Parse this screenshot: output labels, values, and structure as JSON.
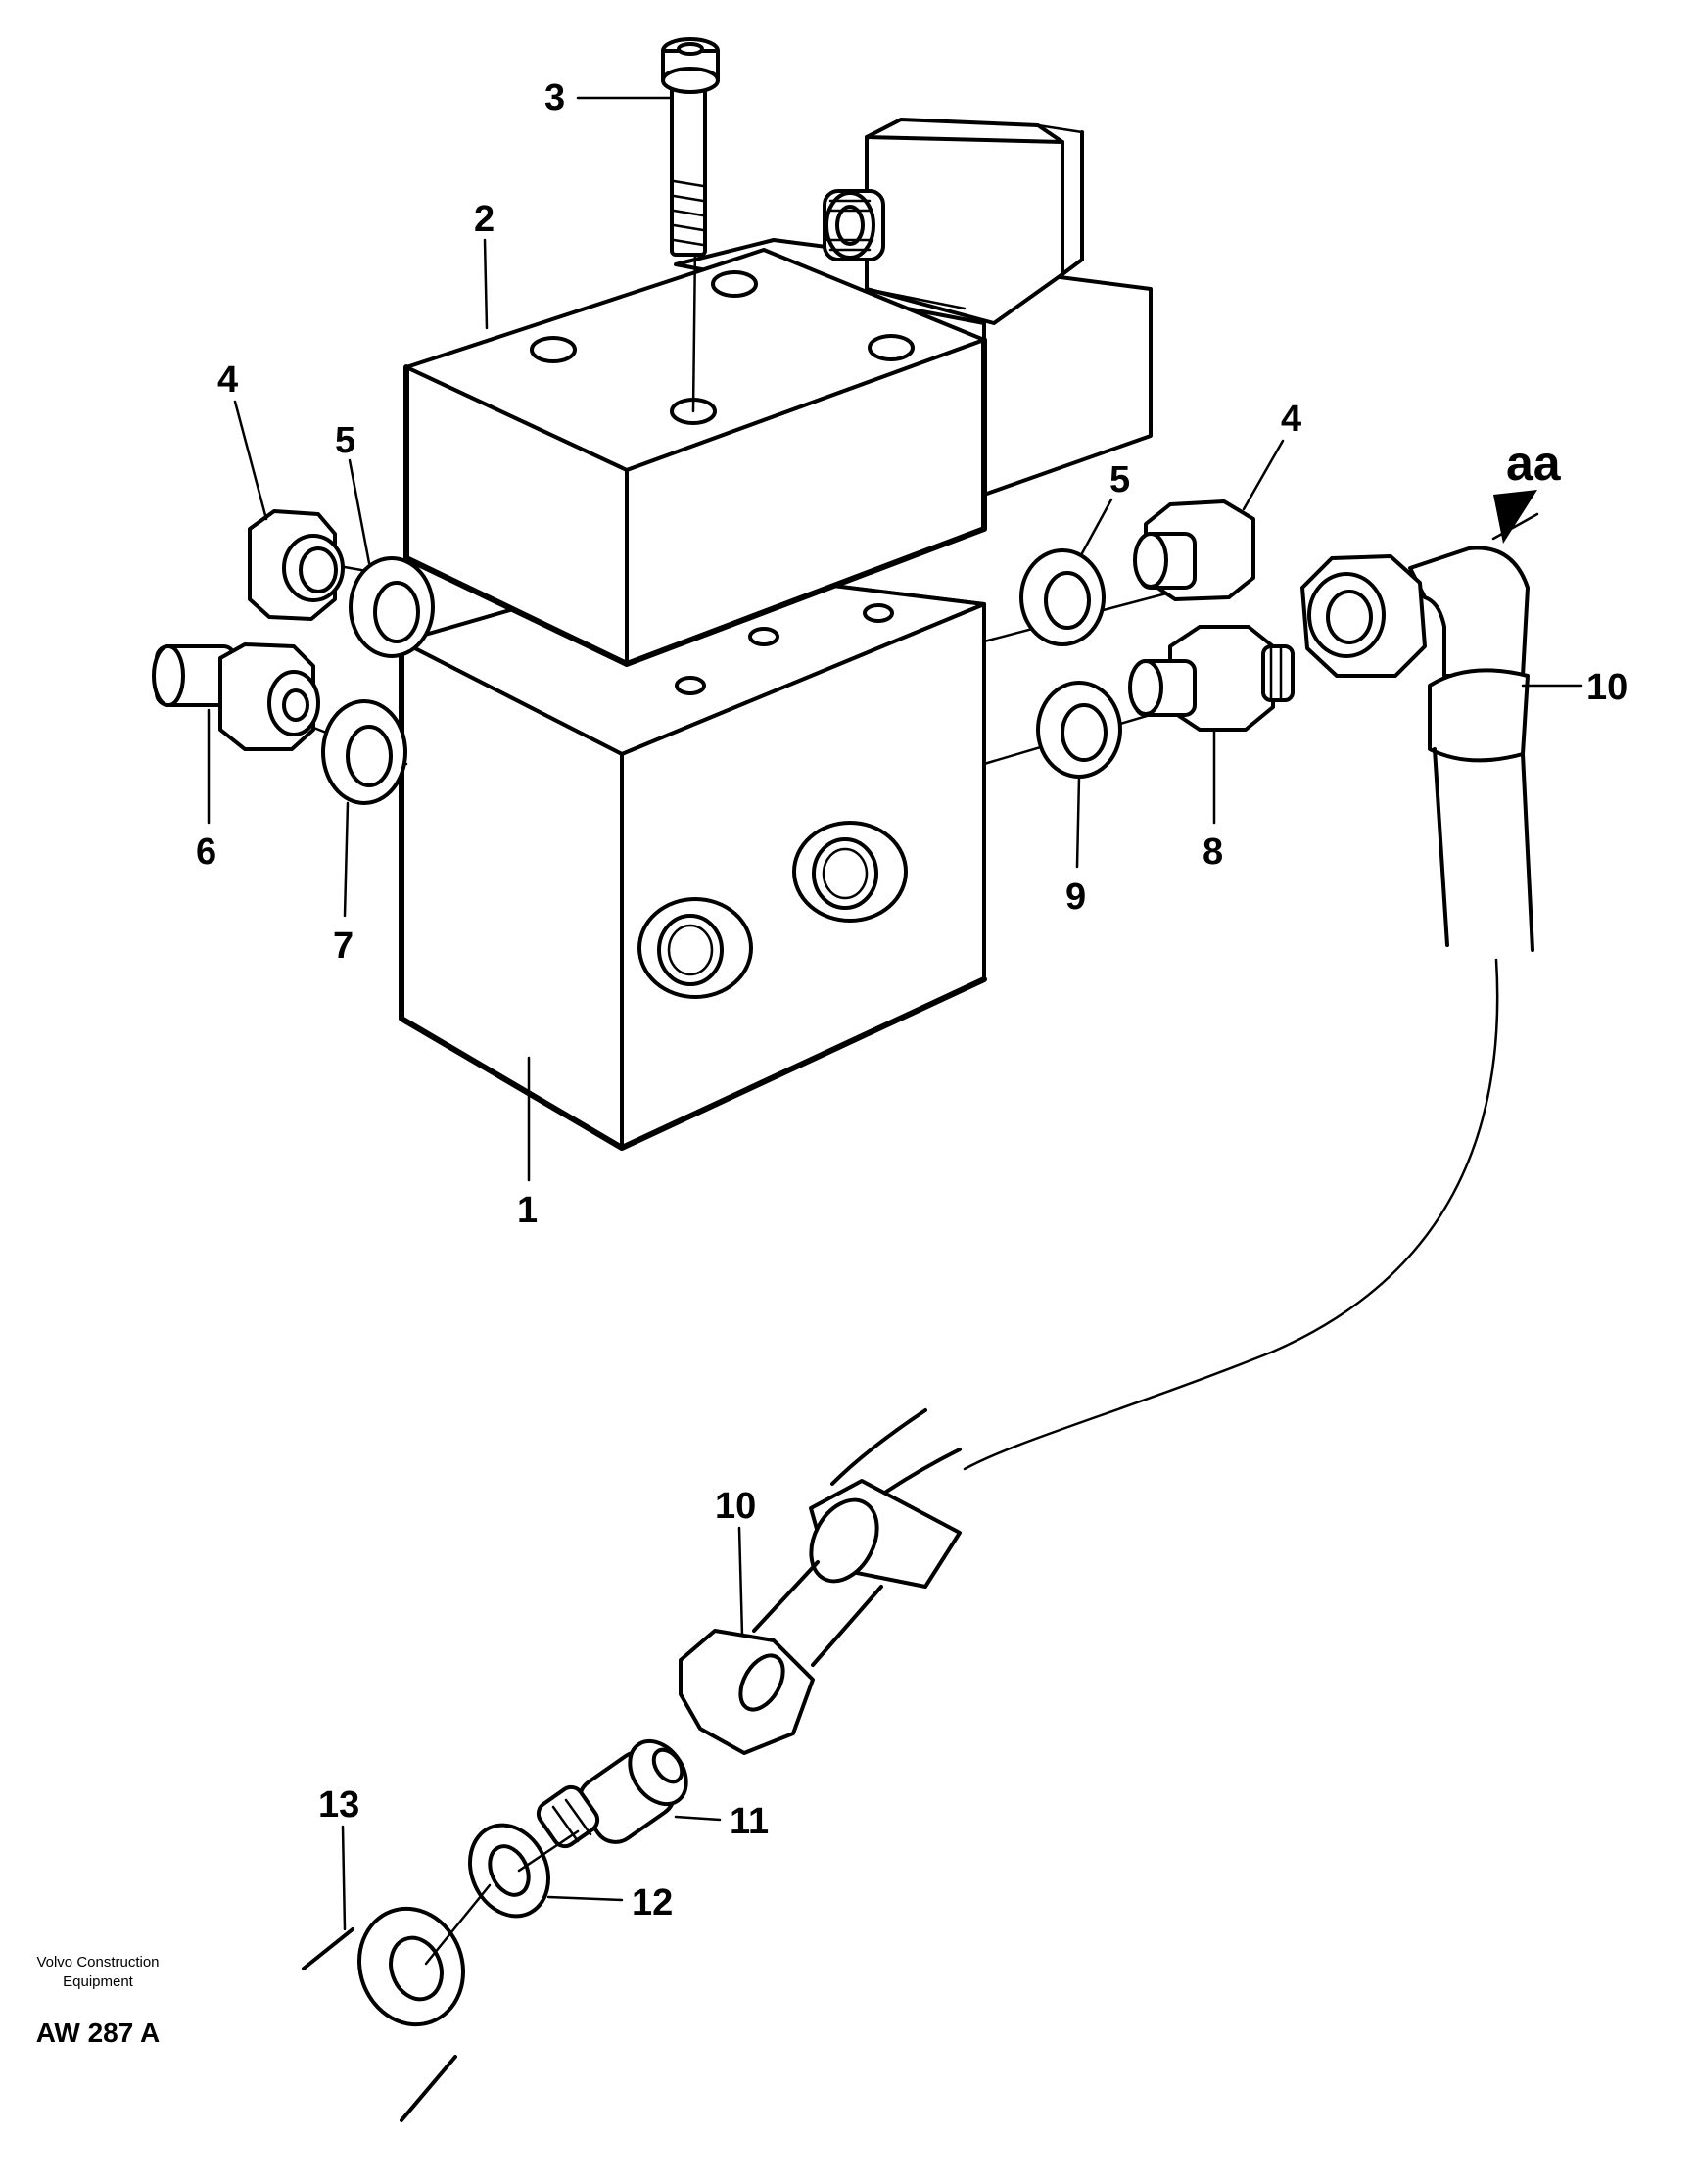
{
  "callouts": {
    "c1": "1",
    "c2": "2",
    "c3": "3",
    "c4_left": "4",
    "c4_right": "4",
    "c5_left": "5",
    "c5_right": "5",
    "c6": "6",
    "c7": "7",
    "c8": "8",
    "c9": "9",
    "c10_upper": "10",
    "c10_lower": "10",
    "c11": "11",
    "c12": "12",
    "c13": "13",
    "aa": "aa"
  },
  "footer": {
    "line1": "Volvo Construction",
    "line2": "Equipment",
    "code": "AW 287 A"
  }
}
